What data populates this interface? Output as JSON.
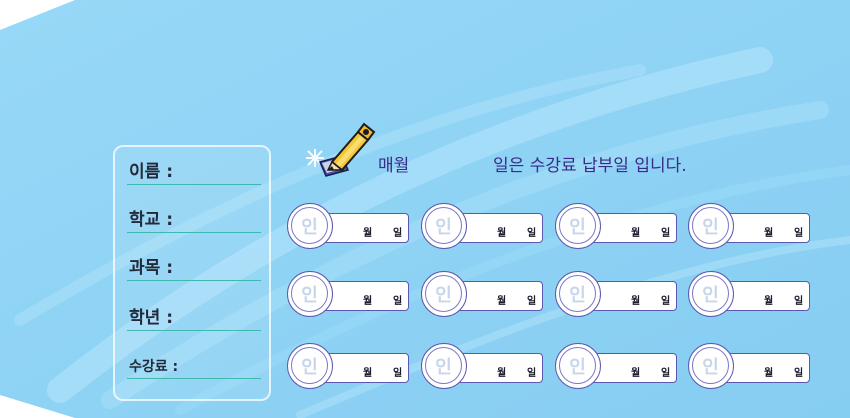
{
  "form": {
    "fields": [
      {
        "label": "이름 :"
      },
      {
        "label": "학교 :"
      },
      {
        "label": "과목 :"
      },
      {
        "label": "학년 :"
      },
      {
        "label": "수강료 :"
      }
    ]
  },
  "heading": {
    "monthly": "매월",
    "due_text": "일은 수강료 납부일 입니다."
  },
  "stamps": {
    "seal_char": "인",
    "month_char": "월",
    "day_char": "일",
    "rows": 3,
    "cols": 4
  },
  "colors": {
    "background": "#8fd3f5",
    "accent_line": "#3fb9b0",
    "stamp_border": "#5a58b0",
    "heading": "#3a2a8a"
  },
  "icons": {
    "pencil": "pencil-icon"
  }
}
